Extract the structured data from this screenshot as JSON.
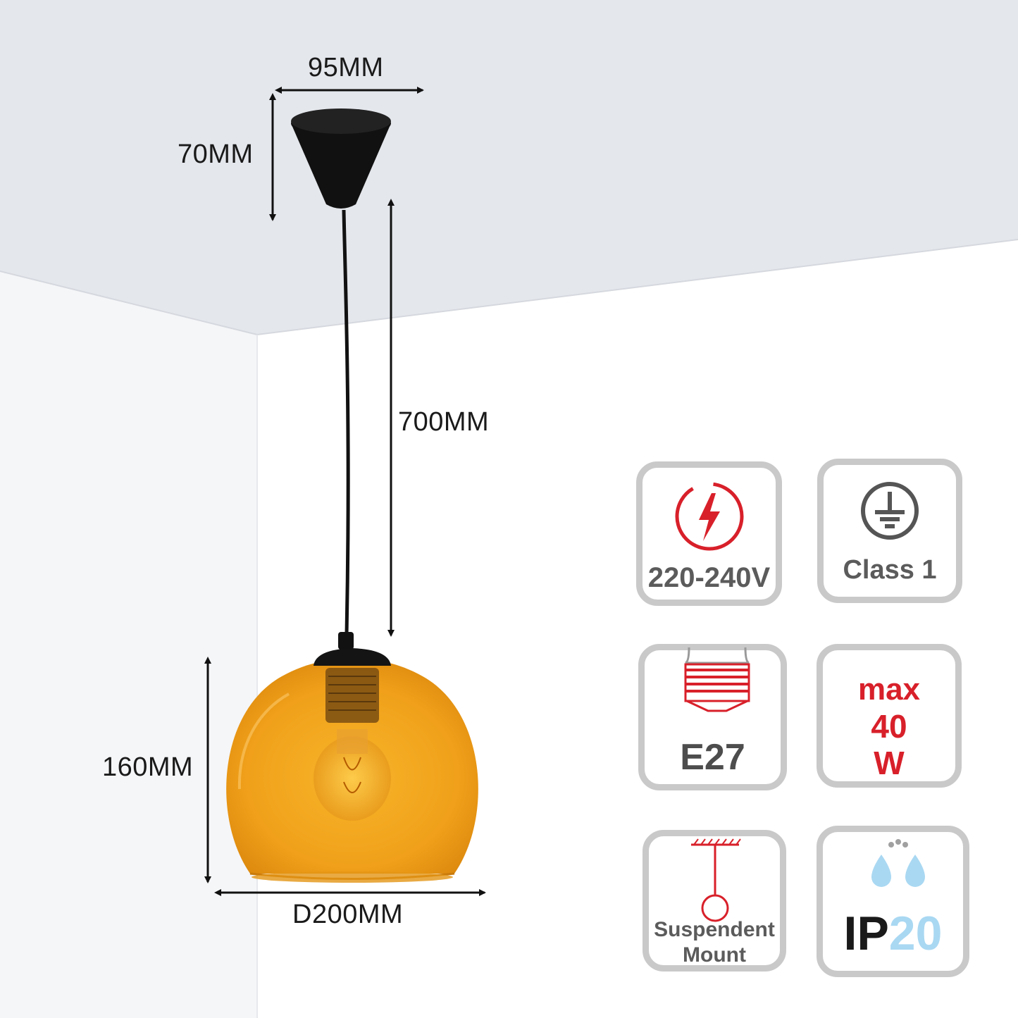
{
  "colors": {
    "ceiling": "#e4e7ec",
    "wall": "#ffffff",
    "fixture_black": "#111111",
    "amber_glass": "#f0a71a",
    "badge_border": "#c9c9c9",
    "badge_text": "#5b5b5b",
    "accent_red": "#d8202a",
    "water_blue": "#a9d8f2"
  },
  "dimensions": {
    "canopy_width": "95MM",
    "canopy_height": "70MM",
    "cable_length": "700MM",
    "shade_height": "160MM",
    "shade_diameter": "D200MM"
  },
  "badges": {
    "voltage": {
      "icon": "lightning-icon",
      "label": "220-240V"
    },
    "class": {
      "icon": "earth-ground-icon",
      "label": "Class 1"
    },
    "base": {
      "icon": "e27-bulb-base-icon",
      "label": "E27"
    },
    "power": {
      "line1": "max",
      "line2": "40",
      "line3": "W"
    },
    "mount": {
      "icon": "suspended-pendant-icon",
      "line1": "Suspendent",
      "line2": "Mount"
    },
    "ip": {
      "icon": "water-drops-icon",
      "prefix": "IP",
      "value": "20"
    }
  }
}
